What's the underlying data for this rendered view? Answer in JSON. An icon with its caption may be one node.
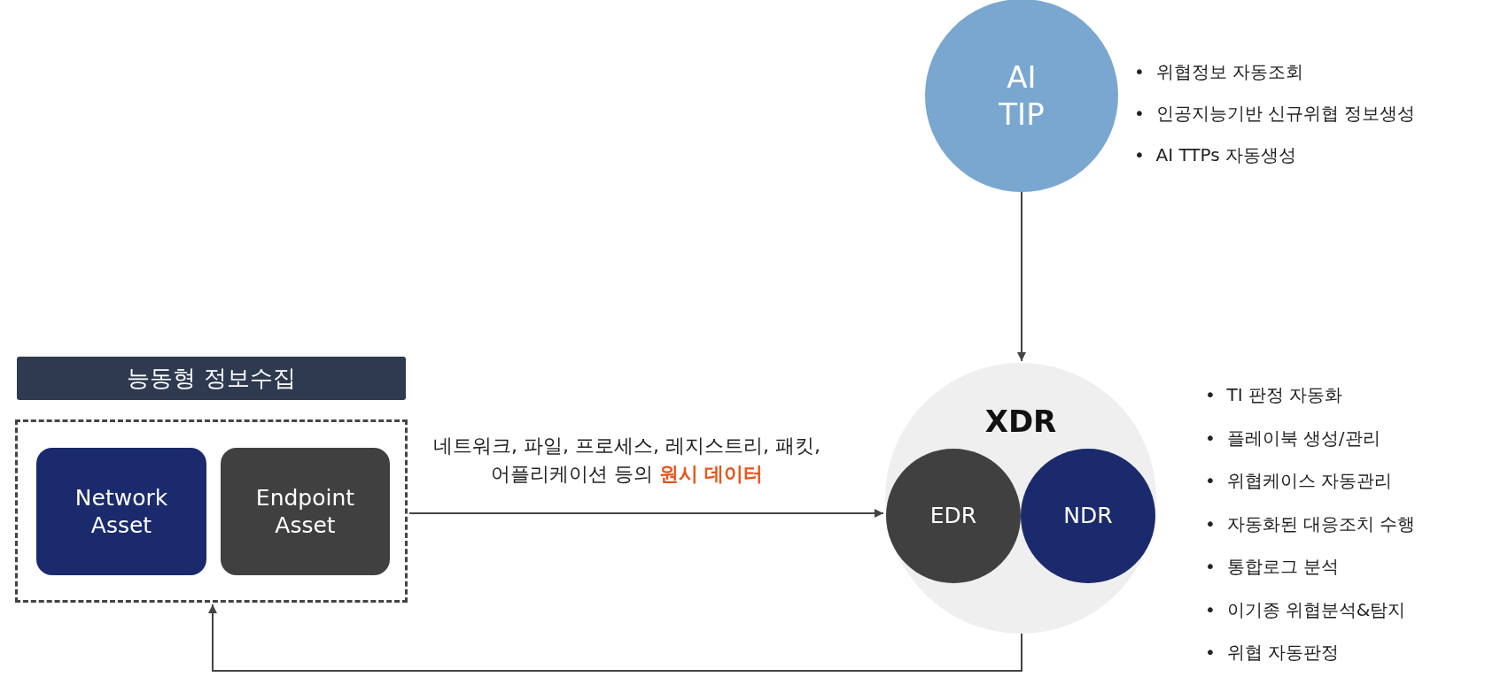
{
  "diagram": {
    "nodes": [
      {
        "text": [
          "능동형 정보수집"
        ]
      },
      {
        "text": [
          "Network Asset"
        ],
        "in": 0
      },
      {
        "text": [
          "Endpoint Asset"
        ],
        "in": 0
      },
      {
        "text": [
          "AI TIP"
        ],
        "beside": [
          "•  위협정보 자동조회",
          "•  인공지능기반 신규위협 정보생성",
          "•  AI TTPs 자동생성"
        ]
      },
      {
        "text": [
          "XDR"
        ],
        "beside": [
          "•  TI 판정 자동화",
          "•  플레이북 생성/관리",
          "•  위협케이스 자동관리",
          "•  자동화된 대응조치 수행",
          "•  통합로그 분석",
          "•  이기종 위협분석&탐지",
          "•  위협 자동판정"
        ]
      },
      {
        "text": [
          "EDR"
        ],
        "in": 4
      },
      {
        "text": [
          "NDR"
        ],
        "in": 4
      }
    ],
    "edges": [
      {
        "from": 0,
        "to": 4,
        "arrow": "to",
        "label": "네트워크, 파일, 프로세스, 레지스트리, 패킷, 어플리케이션 등의 **원시 데이터**"
      },
      {
        "from": 3,
        "to": 4,
        "arrow": "to"
      },
      {
        "from": 4,
        "to": 0,
        "arrow": "to"
      }
    ]
  }
}
